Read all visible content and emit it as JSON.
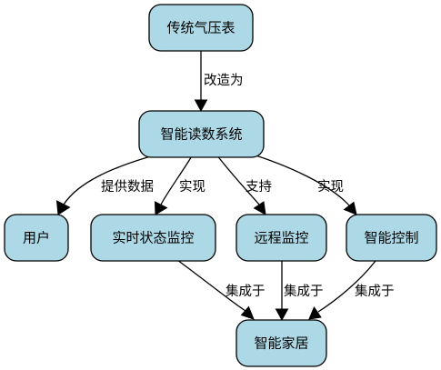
{
  "diagram": {
    "nodes": {
      "traditional_barometer": "传统气压表",
      "smart_reading_system": "智能读数系统",
      "user": "用户",
      "realtime_monitoring": "实时状态监控",
      "remote_monitoring": "远程监控",
      "smart_control": "智能控制",
      "smart_home": "智能家居"
    },
    "edges": {
      "barometer_to_system": "改造为",
      "system_to_user": "提供数据",
      "system_to_realtime": "实现",
      "system_to_remote": "支持",
      "system_to_control": "实现",
      "realtime_to_home": "集成于",
      "remote_to_home": "集成于",
      "control_to_home": "集成于"
    },
    "colors": {
      "node_fill": "#add8e6",
      "stroke": "#000000",
      "background": "#ffffff"
    }
  }
}
